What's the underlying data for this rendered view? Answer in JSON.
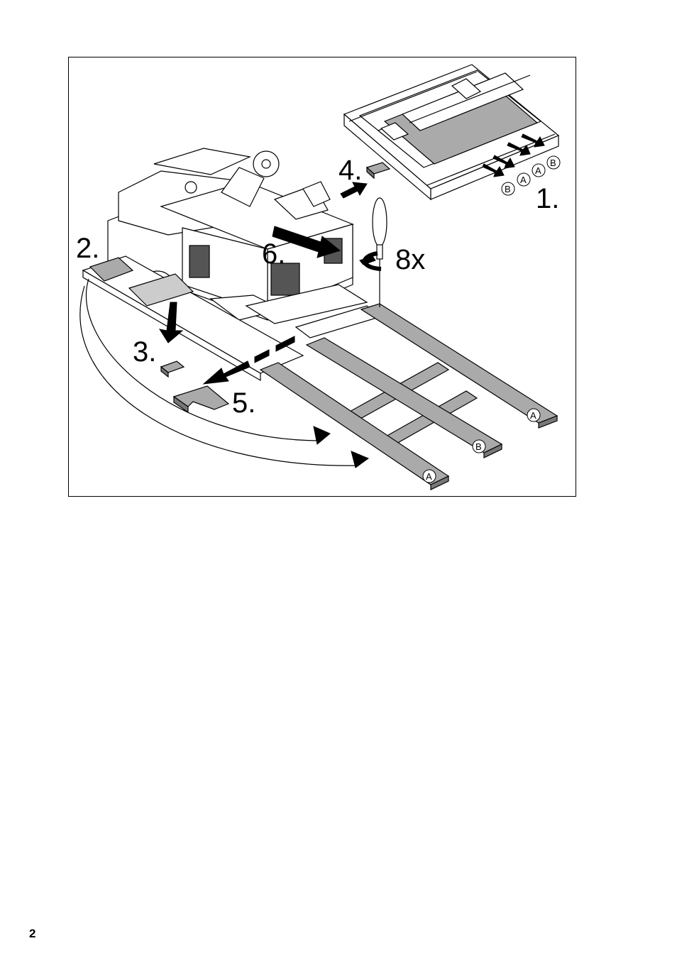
{
  "figure": {
    "steps": {
      "step1": "1.",
      "step2": "2.",
      "step3": "3.",
      "step4": "4.",
      "step5": "5.",
      "step6": "6.",
      "screw_count": "8x"
    },
    "ramp_labels": {
      "left": "A",
      "middle": "B",
      "right": "A"
    },
    "crate_labels": [
      "B",
      "A",
      "A",
      "B"
    ]
  },
  "page": {
    "number": "2"
  }
}
